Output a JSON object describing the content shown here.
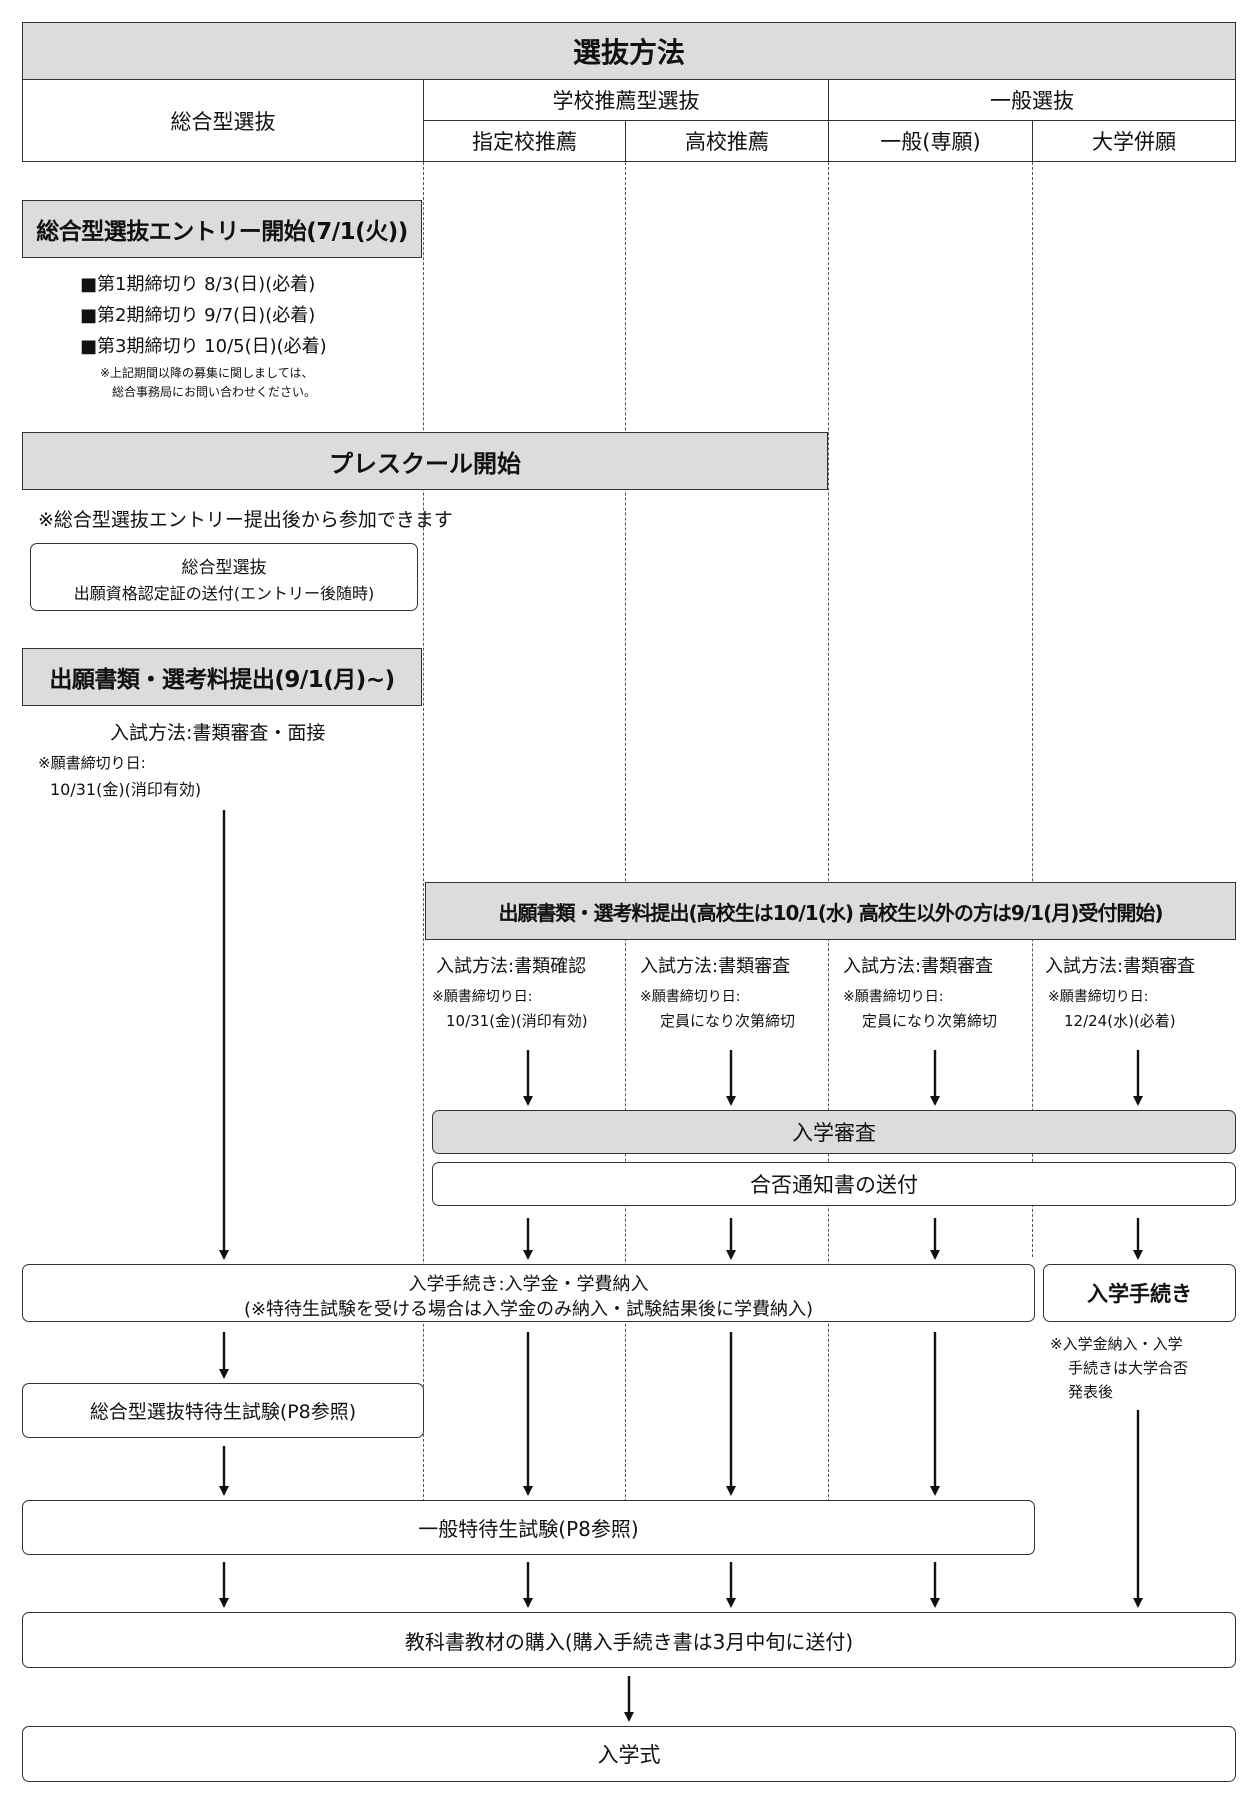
{
  "header": {
    "title": "選抜方法",
    "comprehensive": "総合型選抜",
    "school_recommend": "学校推薦型選抜",
    "general": "一般選抜",
    "designated": "指定校推薦",
    "highschool": "高校推薦",
    "general_senganl": "一般(専願)",
    "university_combo": "大学併願"
  },
  "left": {
    "entry_title": "総合型選抜エントリー開始(7/1(火))",
    "deadline1": "■第1期締切り 8/3(日)(必着)",
    "deadline2": "■第2期締切り 9/7(日)(必着)",
    "deadline3": "■第3期締切り 10/5(日)(必着)",
    "note1": "※上記期間以降の募集に関しましては、",
    "note2": "総合事務局にお問い合わせください。",
    "preschool": "プレスクール開始",
    "preschool_note": "※総合型選抜エントリー提出後から参加できます",
    "cert_line1": "総合型選抜",
    "cert_line2": "出願資格認定証の送付(エントリー後随時)",
    "apply_title": "出願書類・選考料提出(9/1(月)~)",
    "method": "入試方法:書類審査・面接",
    "deadline_label": "※願書締切り日:",
    "deadline_value": "10/31(金)(消印有効)"
  },
  "right": {
    "apply_title": "出願書類・選考料提出(高校生は10/1(水) 高校生以外の方は9/1(月)受付開始)",
    "cols": [
      {
        "method": "入試方法:書類確認",
        "label": "※願書締切り日:",
        "value": "10/31(金)(消印有効)"
      },
      {
        "method": "入試方法:書類審査",
        "label": "※願書締切り日:",
        "value": "定員になり次第締切"
      },
      {
        "method": "入試方法:書類審査",
        "label": "※願書締切り日:",
        "value": "定員になり次第締切"
      },
      {
        "method": "入試方法:書類審査",
        "label": "※願書締切り日:",
        "value": "12/24(水)(必着)"
      }
    ],
    "exam": "入学審査",
    "notice": "合否通知書の送付"
  },
  "procedure": {
    "line1": "入学手続き:入学金・学費納入",
    "line2": "(※特待生試験を受ける場合は入学金のみ納入・試験結果後に学費納入)",
    "uni_box": "入学手続き",
    "uni_note1": "※入学金納入・入学",
    "uni_note2": "手続きは大学合否",
    "uni_note3": "発表後"
  },
  "tokutai_comp": "総合型選抜特待生試験(P8参照)",
  "tokutai_general": "一般特待生試験(P8参照)",
  "textbook": "教科書教材の購入(購入手続き書は3月中旬に送付)",
  "ceremony": "入学式"
}
